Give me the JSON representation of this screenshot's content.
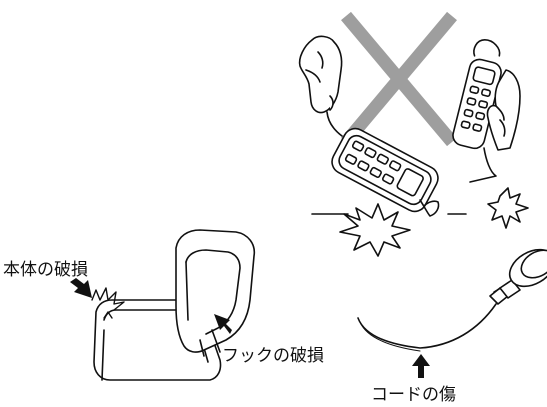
{
  "labels": {
    "body_damage": "本体の破損",
    "hook_damage": "フックの破損",
    "cord_damage": "コードの傷"
  },
  "colors": {
    "cross": "#9e9e9e",
    "line": "#111111",
    "background": "#ffffff"
  },
  "icons": {
    "prohibited": "cross-mark-icon",
    "pointer": "arrow-icon",
    "impact": "burst-icon"
  }
}
